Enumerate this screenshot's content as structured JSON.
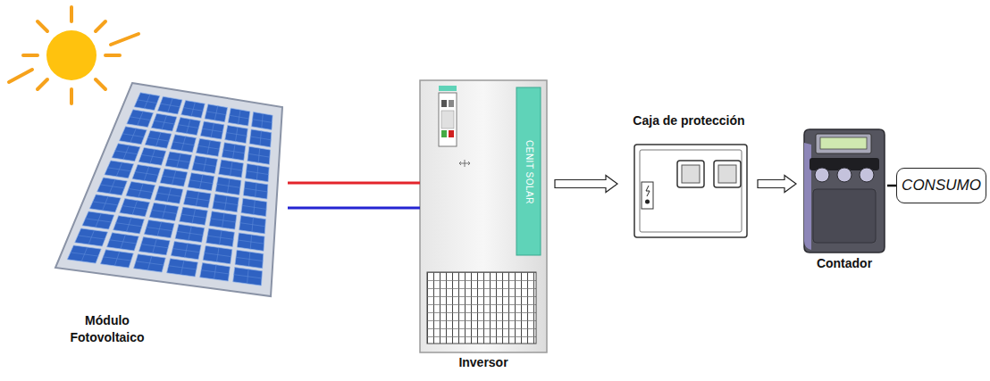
{
  "diagram": {
    "nodes": [
      {
        "text": [
          "Módulo Fotovoltaico"
        ]
      },
      {
        "text": [
          "CENIT SOLAR",
          "Inversor"
        ]
      },
      {
        "text": [
          "Caja de protección"
        ]
      },
      {
        "text": [
          "Contador"
        ]
      },
      {
        "text": [
          "CONSUMO"
        ]
      }
    ],
    "edges": [
      {
        "from": 0,
        "to": 1,
        "arrow": "none"
      },
      {
        "from": 0,
        "to": 1,
        "arrow": "none"
      },
      {
        "from": 1,
        "to": 2,
        "arrow": "to"
      },
      {
        "from": 2,
        "to": 3,
        "arrow": "to"
      },
      {
        "from": 3,
        "to": 4,
        "arrow": "none"
      }
    ]
  }
}
